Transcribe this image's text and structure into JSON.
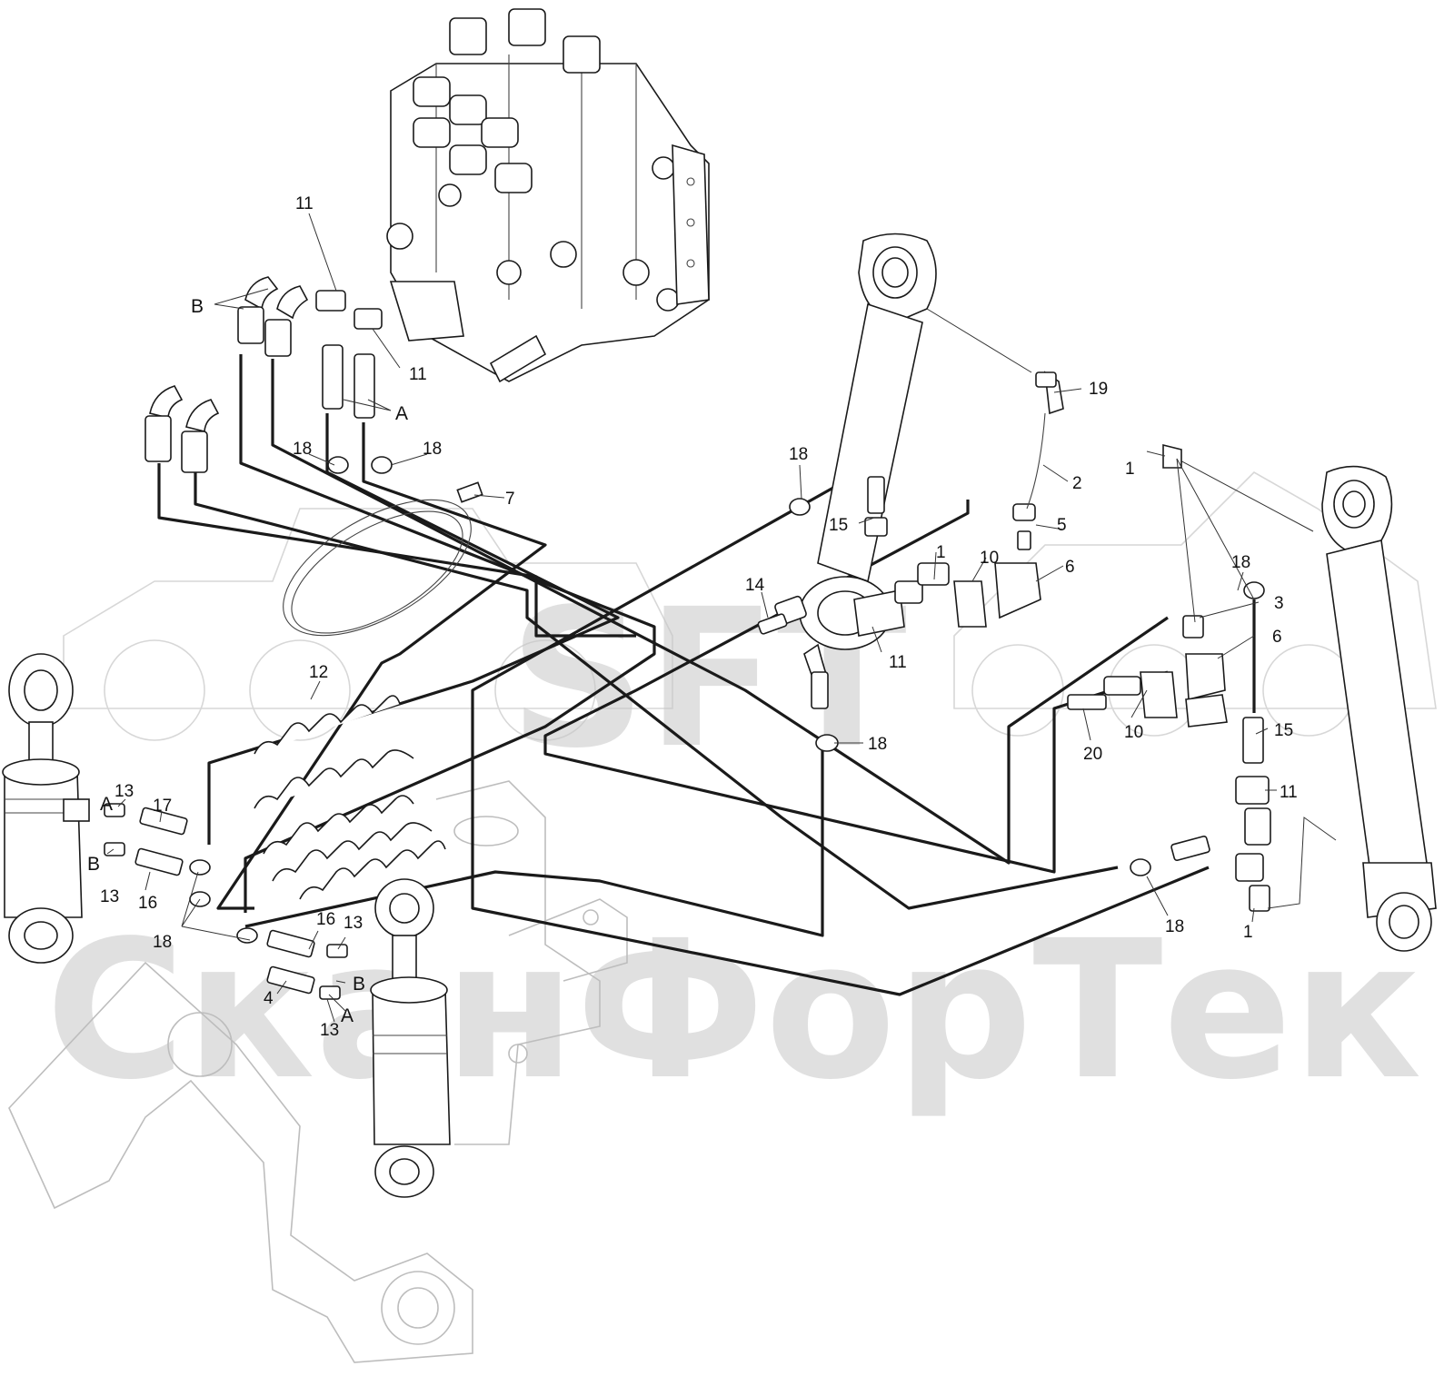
{
  "watermark": {
    "logo_text": "SFT",
    "brand_text": "СканФорТек"
  },
  "callouts": [
    {
      "id": "c11a",
      "text": "11"
    },
    {
      "id": "cB1",
      "text": "B"
    },
    {
      "id": "c11b",
      "text": "11"
    },
    {
      "id": "cA1",
      "text": "A"
    },
    {
      "id": "c18a",
      "text": "18"
    },
    {
      "id": "c18b",
      "text": "18"
    },
    {
      "id": "c7",
      "text": "7"
    },
    {
      "id": "c18c",
      "text": "18"
    },
    {
      "id": "c15a",
      "text": "15"
    },
    {
      "id": "c19",
      "text": "19"
    },
    {
      "id": "c2",
      "text": "2"
    },
    {
      "id": "c5",
      "text": "5"
    },
    {
      "id": "c1a",
      "text": "1"
    },
    {
      "id": "c10a",
      "text": "10"
    },
    {
      "id": "c6a",
      "text": "6"
    },
    {
      "id": "c14",
      "text": "14"
    },
    {
      "id": "c11c",
      "text": "11"
    },
    {
      "id": "c18d",
      "text": "18"
    },
    {
      "id": "c1b",
      "text": "1"
    },
    {
      "id": "c18e",
      "text": "18"
    },
    {
      "id": "c3",
      "text": "3"
    },
    {
      "id": "c6b",
      "text": "6"
    },
    {
      "id": "c10b",
      "text": "10"
    },
    {
      "id": "c20",
      "text": "20"
    },
    {
      "id": "c15b",
      "text": "15"
    },
    {
      "id": "c11d",
      "text": "11"
    },
    {
      "id": "c18f",
      "text": "18"
    },
    {
      "id": "c1c",
      "text": "1"
    },
    {
      "id": "c12",
      "text": "12"
    },
    {
      "id": "c13a",
      "text": "13"
    },
    {
      "id": "cA2",
      "text": "A"
    },
    {
      "id": "c17",
      "text": "17"
    },
    {
      "id": "cB2",
      "text": "B"
    },
    {
      "id": "c13b",
      "text": "13"
    },
    {
      "id": "c16a",
      "text": "16"
    },
    {
      "id": "c18g",
      "text": "18"
    },
    {
      "id": "c16b",
      "text": "16"
    },
    {
      "id": "c13c",
      "text": "13"
    },
    {
      "id": "cB3",
      "text": "B"
    },
    {
      "id": "c4",
      "text": "4"
    },
    {
      "id": "cA3",
      "text": "A"
    },
    {
      "id": "c13d",
      "text": "13"
    }
  ]
}
